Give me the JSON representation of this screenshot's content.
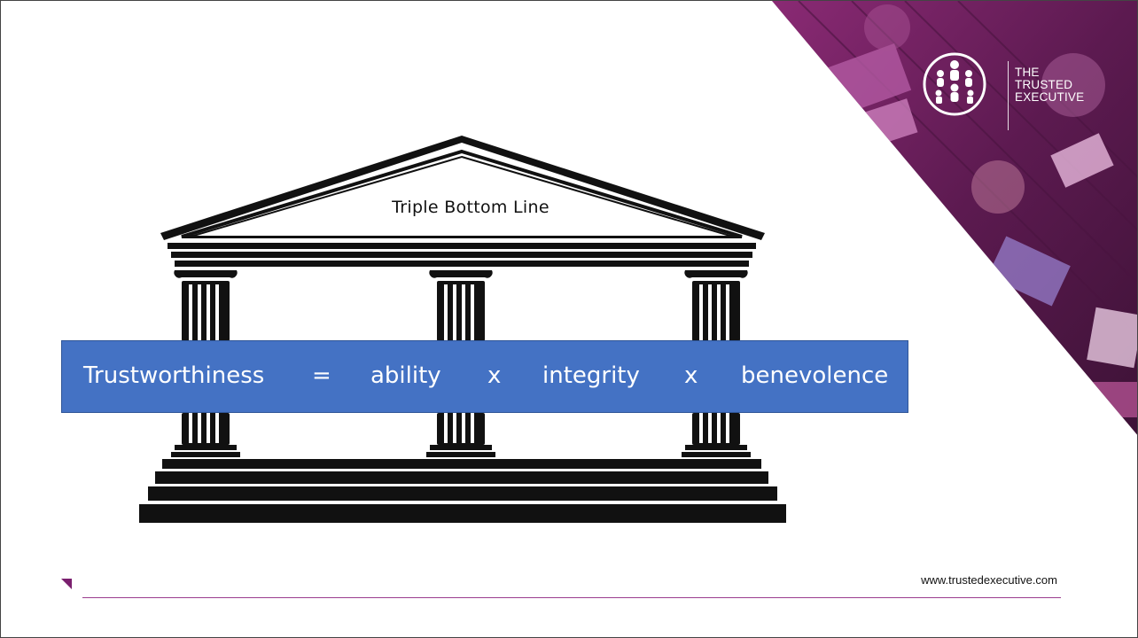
{
  "brand": {
    "logo_lines": [
      "THE",
      "TRUSTED",
      "EXECUTIVE"
    ],
    "accent_color": "#7a1f6e",
    "photo_tint": "#6a1b5c"
  },
  "temple": {
    "pediment_label": "Triple Bottom Line"
  },
  "equation": {
    "terms": [
      "Trustworthiness",
      "=",
      "ability",
      "x",
      "integrity",
      "x",
      "benevolence"
    ],
    "band_color": "#4472c4"
  },
  "footer": {
    "url": "www.trustedexecutive.com"
  }
}
